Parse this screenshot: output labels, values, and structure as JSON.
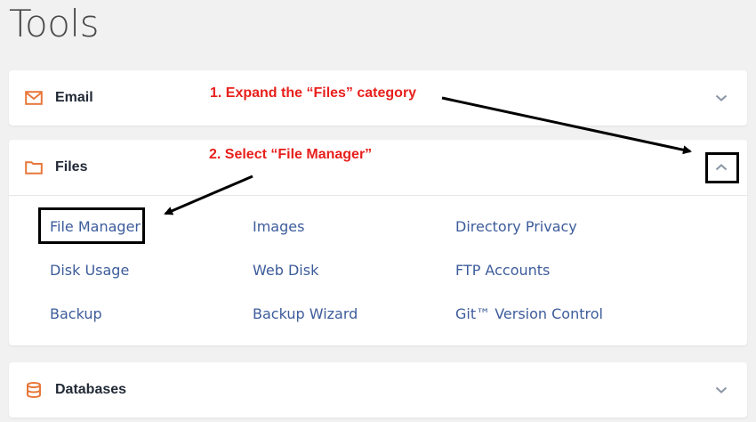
{
  "page": {
    "title": "Tools"
  },
  "panels": {
    "email": {
      "title": "Email",
      "icon": "envelope-icon",
      "state": "collapsed"
    },
    "files": {
      "title": "Files",
      "icon": "folder-icon",
      "state": "expanded",
      "tools": [
        {
          "label": "File Manager"
        },
        {
          "label": "Images"
        },
        {
          "label": "Directory Privacy"
        },
        {
          "label": "Disk Usage"
        },
        {
          "label": "Web Disk"
        },
        {
          "label": "FTP Accounts"
        },
        {
          "label": "Backup"
        },
        {
          "label": "Backup Wizard"
        },
        {
          "label": "Git™ Version Control"
        }
      ]
    },
    "databases": {
      "title": "Databases",
      "icon": "database-icon",
      "state": "collapsed"
    }
  },
  "annotations": {
    "step1": "1. Expand the “Files” category",
    "step2": "2. Select “File Manager”"
  },
  "colors": {
    "accent_icon": "#e8773a",
    "link": "#3d5c9b",
    "annotation": "#e8201c",
    "chevron": "#8a96a6"
  }
}
